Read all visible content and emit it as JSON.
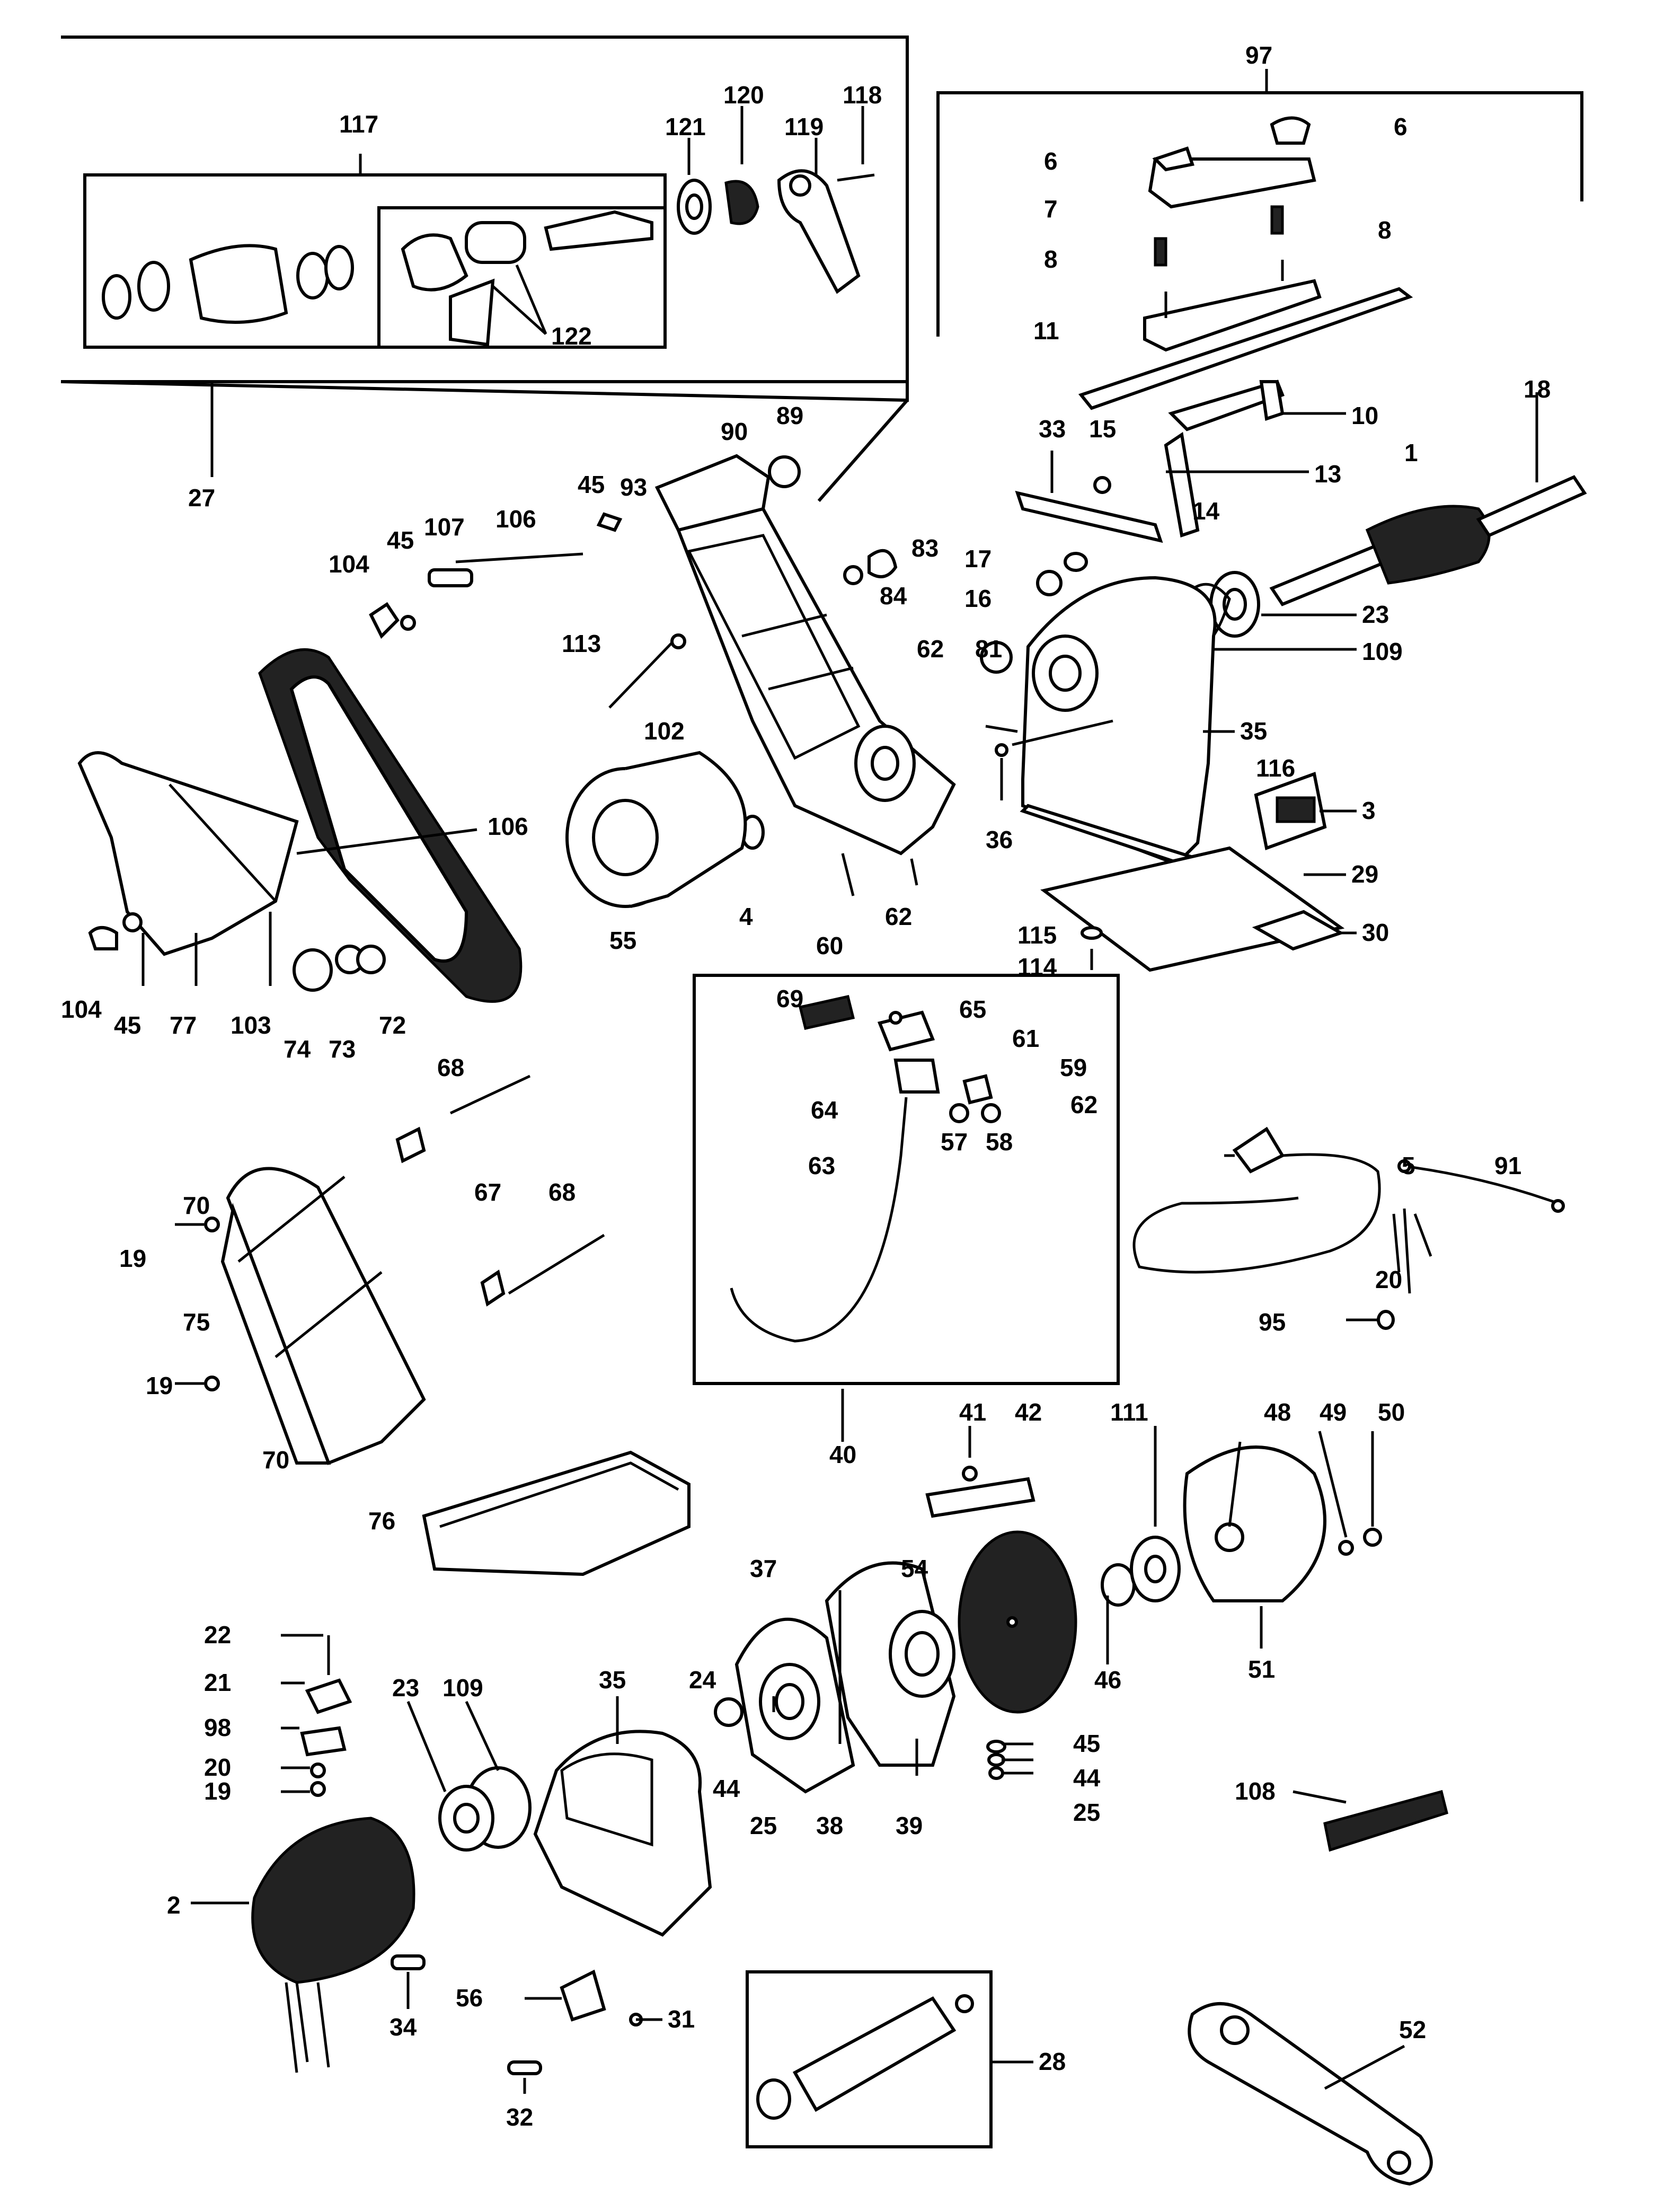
{
  "diagram": {
    "labels": {
      "l97": "97",
      "l6a": "6",
      "l6b": "6",
      "l7": "7",
      "l8a": "8",
      "l8b": "8",
      "l11": "11",
      "l10": "10",
      "l18": "18",
      "l33": "33",
      "l15": "15",
      "l13": "13",
      "l1": "1",
      "l14": "14",
      "l17": "17",
      "l16": "16",
      "l23a": "23",
      "l109a": "109",
      "l35a": "35",
      "l116": "116",
      "l3": "3",
      "l29": "29",
      "l30": "30",
      "l115": "115",
      "l114": "114",
      "l117": "117",
      "l121": "121",
      "l120": "120",
      "l119": "119",
      "l118": "118",
      "l122": "122",
      "l27": "27",
      "l90": "90",
      "l89": "89",
      "l93": "93",
      "l45a": "45",
      "l83": "83",
      "l84": "84",
      "l104a": "104",
      "l45b": "45",
      "l107": "107",
      "l106a": "106",
      "l113": "113",
      "l102": "102",
      "l62a": "62",
      "l81": "81",
      "l36": "36",
      "l106b": "106",
      "l55": "55",
      "l4": "4",
      "l60": "60",
      "l62b": "62",
      "l104b": "104",
      "l45c": "45",
      "l77": "77",
      "l103": "103",
      "l74": "74",
      "l73": "73",
      "l72": "72",
      "l68a": "68",
      "l67": "67",
      "l68b": "68",
      "l70a": "70",
      "l19a": "19",
      "l75": "75",
      "l19b": "19",
      "l70b": "70",
      "l76": "76",
      "l69": "69",
      "l65": "65",
      "l61": "61",
      "l59": "59",
      "l64": "64",
      "l62c": "62",
      "l57": "57",
      "l58": "58",
      "l63": "63",
      "l40": "40",
      "l5": "5",
      "l91": "91",
      "l20a": "20",
      "l95": "95",
      "l41": "41",
      "l42": "42",
      "l111": "111",
      "l48": "48",
      "l49": "49",
      "l50": "50",
      "l37": "37",
      "l54": "54",
      "l46": "46",
      "l51": "51",
      "l22": "22",
      "l21": "21",
      "l98": "98",
      "l20b": "20",
      "l19c": "19",
      "l35b": "35",
      "l23b": "23",
      "l109b": "109",
      "l24": "24",
      "l45d": "45",
      "l44a": "44",
      "l44b": "44",
      "l25a": "25",
      "l25b": "25",
      "l38": "38",
      "l39": "39",
      "l108": "108",
      "l2": "2",
      "l56": "56",
      "l31": "31",
      "l34": "34",
      "l32": "32",
      "l28": "28",
      "l52": "52"
    }
  }
}
